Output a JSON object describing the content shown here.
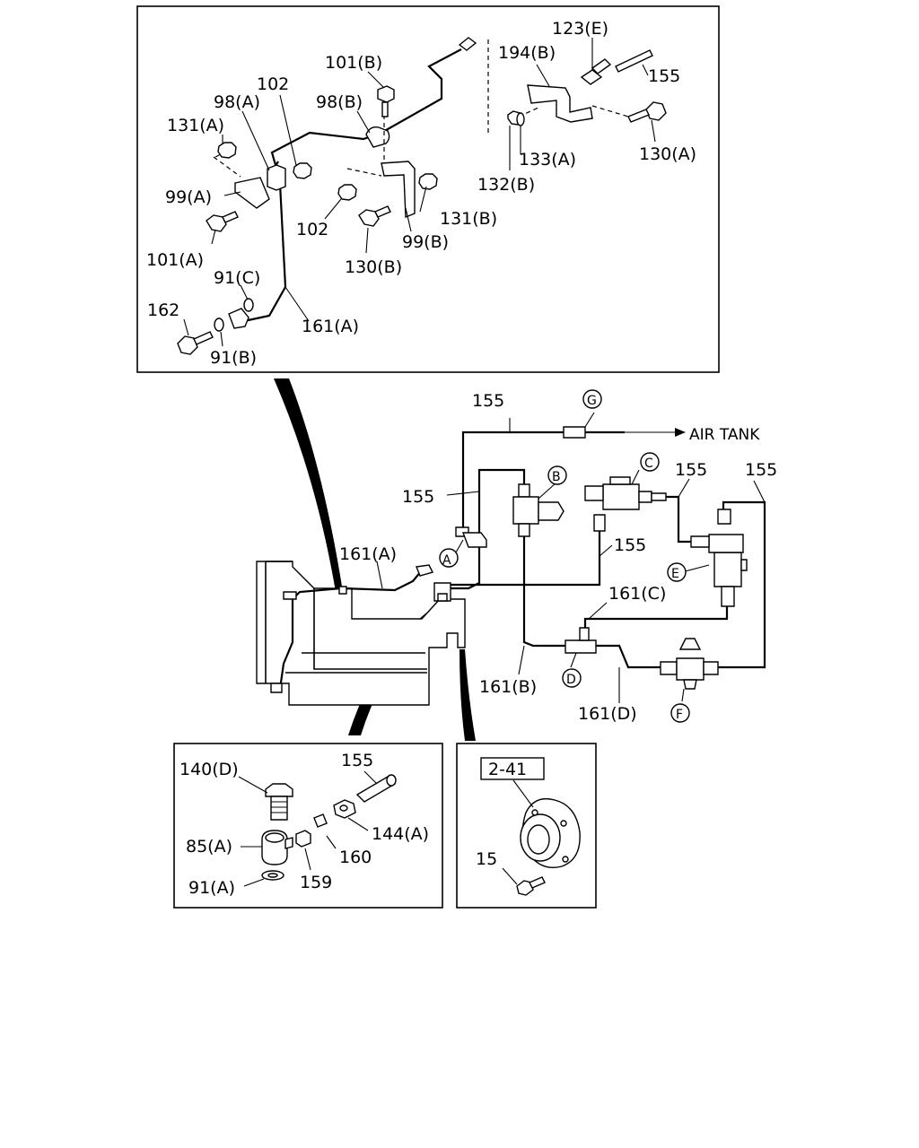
{
  "detail_top": {
    "labels": {
      "l123e": "123(E)",
      "l194b": "194(B)",
      "l155": "155",
      "l101b": "101(B)",
      "l102a": "102",
      "l98a": "98(A)",
      "l98b": "98(B)",
      "l131a": "131(A)",
      "l133a": "133(A)",
      "l130a": "130(A)",
      "l132b": "132(B)",
      "l99a": "99(A)",
      "l131b": "131(B)",
      "l102b": "102",
      "l101a": "101(A)",
      "l99b": "99(B)",
      "l130b": "130(B)",
      "l91c": "91(C)",
      "l162": "162",
      "l161a": "161(A)",
      "l91b": "91(B)"
    }
  },
  "main": {
    "labels": {
      "l155_top": "155",
      "air_tank": "AIR TANK",
      "l155_left": "155",
      "l155_c": "155",
      "l155_right": "155",
      "l155_mid": "155",
      "l161a": "161(A)",
      "l161c": "161(C)",
      "l161b": "161(B)",
      "l161d": "161(D)"
    },
    "callouts": {
      "a": "A",
      "b": "B",
      "c": "C",
      "d": "D",
      "e": "E",
      "f": "F",
      "g": "G"
    }
  },
  "detail_fitting": {
    "labels": {
      "l140d": "140(D)",
      "l155": "155",
      "l85a": "85(A)",
      "l144a": "144(A)",
      "l160": "160",
      "l91a": "91(A)",
      "l159": "159"
    }
  },
  "detail_ref": {
    "ref_box": "2-41",
    "l15": "15"
  }
}
